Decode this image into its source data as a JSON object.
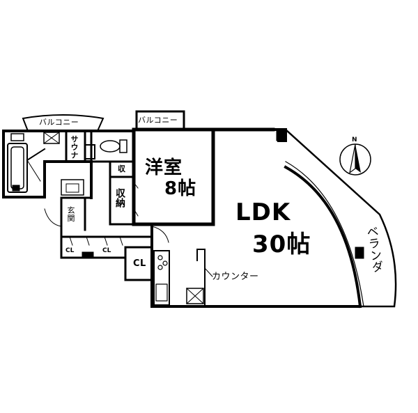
{
  "labels": {
    "balcony_left": "バルコニー",
    "balcony_center": "バルコニー",
    "sauna": "サウナ",
    "western_room": "洋室",
    "western_room_size": "8帖",
    "storage_small": "収",
    "storage": "収納",
    "entrance": "玄関",
    "cl_1": "CL",
    "cl_2": "CL",
    "cl_3": "CL",
    "ldk": "LDK",
    "ldk_size": "30帖",
    "counter": "カウンター",
    "veranda": "ベランダ",
    "north": "N"
  }
}
